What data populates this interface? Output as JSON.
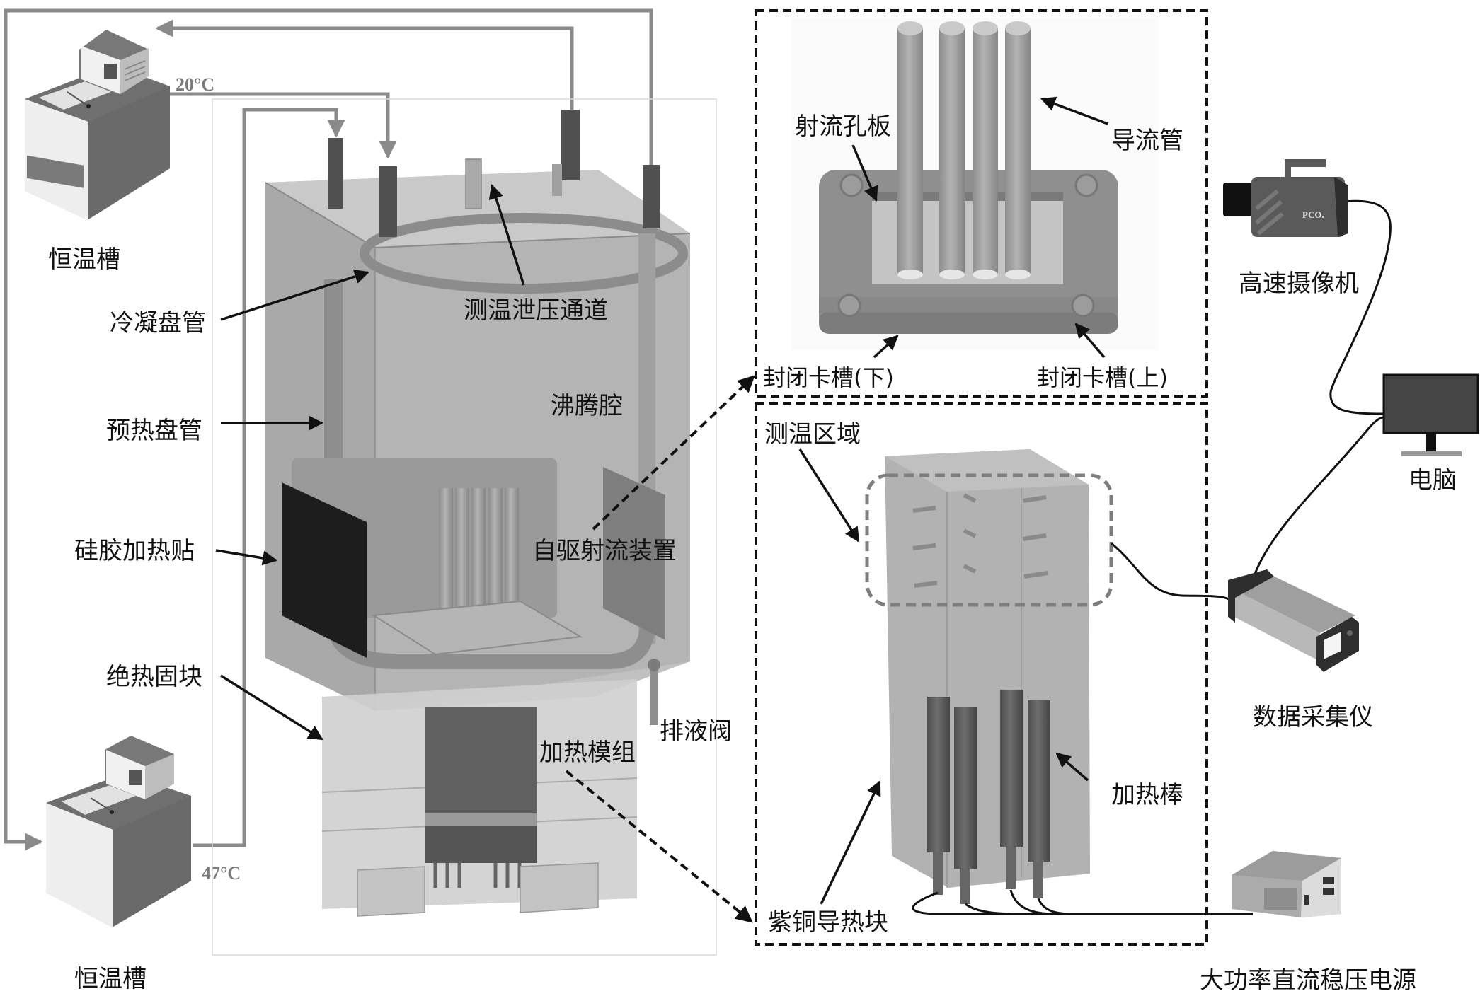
{
  "figure": {
    "description": "Experimental setup schematic for self-driven jet boiling apparatus",
    "temperatures": {
      "cold_bath": "20°C",
      "hot_bath": "47°C"
    },
    "left_labels": {
      "bath_top": "恒温槽",
      "bath_bottom": "恒温槽",
      "condenser_coil": "冷凝盘管",
      "preheat_coil": "预热盘管",
      "silicone_heater": "硅胶加热贴",
      "insulation_block": "绝热固块"
    },
    "apparatus_labels": {
      "temp_pressure_channel": "测温泄压通道",
      "boiling_chamber": "沸腾腔",
      "jet_device": "自驱射流装置",
      "drain_valve": "排液阀",
      "heating_module": "加热模组"
    },
    "jet_detail_labels": {
      "orifice_plate": "射流孔板",
      "guide_tube": "导流管",
      "seal_slot_lower": "封闭卡槽(下)",
      "seal_slot_upper": "封闭卡槽(上)"
    },
    "heater_detail_labels": {
      "measurement_zone": "测温区域",
      "heating_rod": "加热棒",
      "copper_block": "紫铜导热块"
    },
    "equipment_labels": {
      "high_speed_camera": "高速摄像机",
      "computer": "电脑",
      "data_acquisition": "数据采集仪",
      "dc_power_supply": "大功率直流稳压电源"
    },
    "camera_brand": "PCO."
  }
}
